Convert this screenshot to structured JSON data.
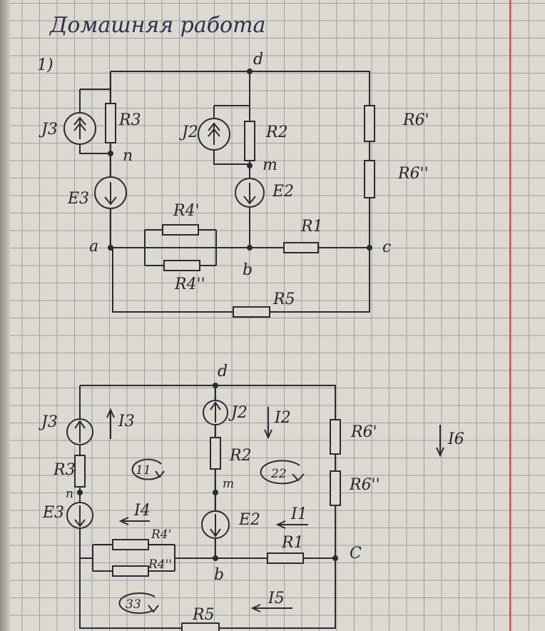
{
  "title": "Домашняя работа",
  "task_number": "1)",
  "circuit1": {
    "d": "d",
    "n": "n",
    "m": "m",
    "a": "a",
    "b": "b",
    "c": "c",
    "J3": "J3",
    "J2": "J2",
    "R3": "R3",
    "R2": "R2",
    "E3": "E3",
    "E2": "E2",
    "R4a": "R4'",
    "R4b": "R4''",
    "R1": "R1",
    "R5": "R5",
    "R6a": "R6'",
    "R6b": "R6''"
  },
  "circuit2": {
    "d": "d",
    "n": "n",
    "m": "m",
    "b": "b",
    "c": "C",
    "J3": "J3",
    "J2": "J2",
    "R3": "R3",
    "R2": "R2",
    "E3": "E3",
    "E2": "E2",
    "R4a": "R4'",
    "R4b": "R4''",
    "R1": "R1",
    "R5": "R5",
    "R6a": "R6'",
    "R6b": "R6''",
    "I1": "I1",
    "I2": "I2",
    "I3": "I3",
    "I4": "I4",
    "I5": "I5",
    "I6": "I6",
    "loop1": "11",
    "loop2": "22",
    "loop3": "33"
  }
}
